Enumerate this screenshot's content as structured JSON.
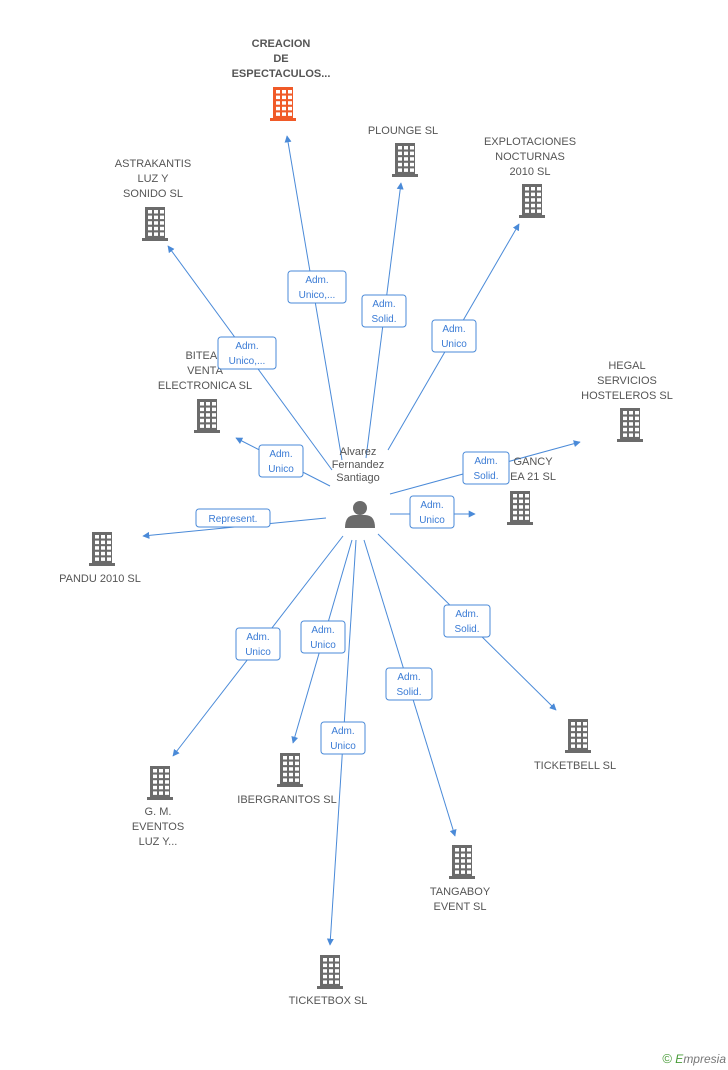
{
  "center": {
    "label_lines": [
      "Alvarez",
      "Fernandez",
      "Santiago"
    ],
    "icon": "person-icon"
  },
  "companies": [
    {
      "id": "creacion",
      "lines": [
        "CREACION",
        "DE",
        "ESPECTACULOS..."
      ],
      "highlight": true
    },
    {
      "id": "plounge",
      "lines": [
        "PLOUNGE SL"
      ]
    },
    {
      "id": "explotaciones",
      "lines": [
        "EXPLOTACIONES",
        "NOCTURNAS",
        "2010 SL"
      ]
    },
    {
      "id": "astrakantis",
      "lines": [
        "ASTRAKANTIS",
        "LUZ Y",
        "SONIDO SL"
      ]
    },
    {
      "id": "biteab",
      "lines": [
        "BITEAB",
        "VENTA",
        "ELECTRONICA SL"
      ]
    },
    {
      "id": "hegal",
      "lines": [
        "HEGAL",
        "SERVICIOS",
        "HOSTELEROS SL"
      ]
    },
    {
      "id": "gancy",
      "lines": [
        "GANCY",
        "EA 21 SL"
      ]
    },
    {
      "id": "pandu",
      "lines": [
        "PANDU 2010 SL"
      ]
    },
    {
      "id": "ticketbell",
      "lines": [
        "TICKETBELL  SL"
      ]
    },
    {
      "id": "gm",
      "lines": [
        "G.  M.",
        "EVENTOS",
        "LUZ Y..."
      ]
    },
    {
      "id": "ibergranitos",
      "lines": [
        "IBERGRANITOS SL"
      ]
    },
    {
      "id": "tangaboy",
      "lines": [
        "TANGABOY",
        "EVENT  SL"
      ]
    },
    {
      "id": "ticketbox",
      "lines": [
        "TICKETBOX SL"
      ]
    }
  ],
  "relations": [
    {
      "to": "creacion",
      "lines": [
        "Adm.",
        "Unico,..."
      ]
    },
    {
      "to": "plounge",
      "lines": [
        "Adm.",
        "Solid."
      ]
    },
    {
      "to": "explotaciones",
      "lines": [
        "Adm.",
        "Unico"
      ]
    },
    {
      "to": "astrakantis",
      "lines": [
        "Adm.",
        "Unico,..."
      ]
    },
    {
      "to": "biteab",
      "lines": [
        "Adm.",
        "Unico"
      ]
    },
    {
      "to": "hegal",
      "lines": [
        "Adm.",
        "Solid."
      ]
    },
    {
      "to": "gancy",
      "lines": [
        "Adm.",
        "Unico"
      ]
    },
    {
      "to": "pandu",
      "lines": [
        "Represent."
      ]
    },
    {
      "to": "ticketbell",
      "lines": [
        "Adm.",
        "Solid."
      ]
    },
    {
      "to": "gm",
      "lines": [
        "Adm.",
        "Unico"
      ]
    },
    {
      "to": "ibergranitos",
      "lines": [
        "Adm.",
        "Unico"
      ]
    },
    {
      "to": "tangaboy",
      "lines": [
        "Adm.",
        "Solid."
      ]
    },
    {
      "to": "ticketbox",
      "lines": [
        "Adm.",
        "Unico"
      ]
    }
  ],
  "watermark": {
    "copyright": "©",
    "brand_initial": "E",
    "brand_rest": "mpresia"
  },
  "colors": {
    "edge": "#4a8ad8",
    "node": "#6b6b6b",
    "highlight": "#f05a28"
  }
}
